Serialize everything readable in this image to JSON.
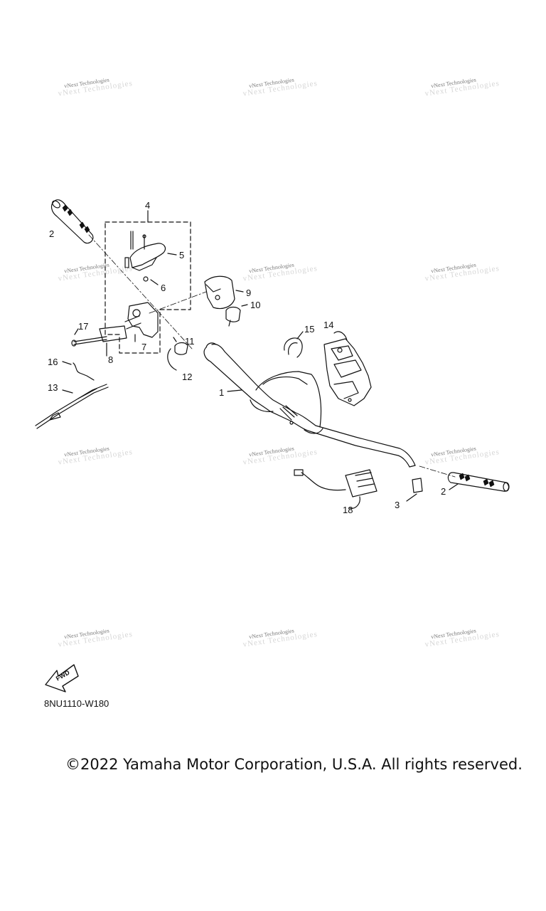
{
  "watermark_text": "vNext Technologies",
  "callouts": {
    "c1": "1",
    "c2a": "2",
    "c2b": "2",
    "c3": "3",
    "c4": "4",
    "c5": "5",
    "c6": "6",
    "c7": "7",
    "c8": "8",
    "c9": "9",
    "c10": "10",
    "c11": "11",
    "c12": "12",
    "c13": "13",
    "c14": "14",
    "c15": "15",
    "c16": "16",
    "c17": "17",
    "c18": "18"
  },
  "fwd_label": "FWD",
  "diagram_code": "8NU1110-W180",
  "copyright": "©2022 Yamaha Motor Corporation, U.S.A. All rights reserved.",
  "colors": {
    "line": "#111111",
    "watermark": "#7a7a7a"
  }
}
